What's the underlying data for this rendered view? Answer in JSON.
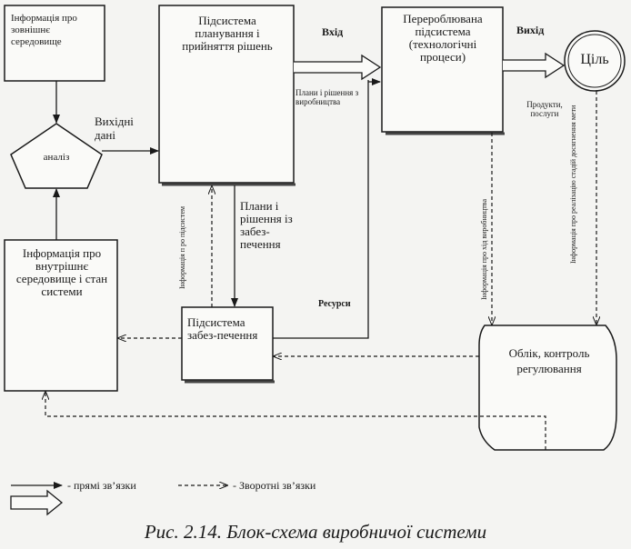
{
  "blocks": {
    "external_info": "Інформація про зовнішнє середовище",
    "planning": "Підсистема планування і прийняття рішень",
    "processing": "Перероблювана підсистема (технологічні процеси)",
    "goal": "Ціль",
    "analysis": "аналіз",
    "internal_info": "Інформація про внутрішнє середовище і стан системи",
    "support": "Підсистема забез-печення",
    "control": "Облік, контроль регулювання"
  },
  "labels": {
    "input": "Вхід",
    "output": "Вихід",
    "source_data_1": "Вихідні",
    "source_data_2": "дані",
    "plans_production": "Плани і рішення з виробництва",
    "plans_support": "Плани і рішення із забез-печення",
    "resources": "Ресурси",
    "products": "Продукти, послуги",
    "info_support": "Інформація п ро підсистем",
    "info_production": "Інформація про хід виробництва",
    "info_goal": "Інформація про реалізацію стадій досягнення мети"
  },
  "legend": {
    "direct": "- прямі зв’язки",
    "feedback": "- Зворотні зв’язки"
  },
  "caption": "Рис. 2.14. Блок-схема виробничої системи"
}
